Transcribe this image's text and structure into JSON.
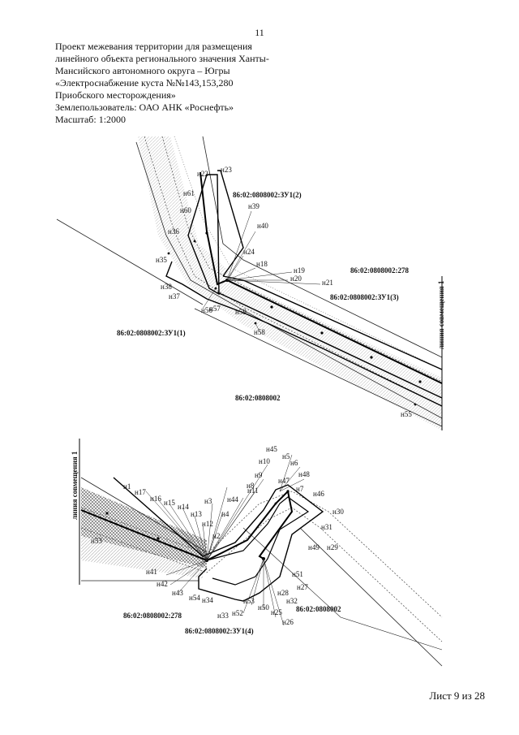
{
  "page_number": "11",
  "header": {
    "line1": "Проект межевания территории для размещения",
    "line2": "линейного объекта регионального значения Ханты-",
    "line3": "Мансийского автономного округа – Югры",
    "line4": "«Электроснабжение куста №№143,153,280",
    "line5": "Приобского месторождения»",
    "line6": "Землепользователь: ОАО АНК «Роснефть»",
    "line7": "Масштаб: 1:2000"
  },
  "map": {
    "combination_line_right": "линия совмещения 1",
    "combination_line_left": "линия совмещения 1",
    "parcels": {
      "zu1_2": "86:02:0808002:ЗУ1(2)",
      "p278_top": "86:02:0808002:278",
      "zu1_3": "86:02:0808002:ЗУ1(3)",
      "zu1_1": "86:02:0808002:ЗУ1(1)",
      "quarter_mid": "86:02:0808002",
      "p278_bottom": "86:02:0808002:278",
      "quarter_bottom": "86:02:0808002",
      "zu1_4": "86:02:0808002:ЗУ1(4)"
    },
    "points_top": [
      "н23",
      "н22",
      "н61",
      "н60",
      "н36",
      "н35",
      "н38",
      "н37",
      "н56",
      "н57",
      "н59",
      "н58",
      "н39",
      "н40",
      "н24",
      "н18",
      "н19",
      "н20",
      "н21",
      "н55"
    ],
    "points_bottom": [
      "н45",
      "н10",
      "н5",
      "н6",
      "н9",
      "н48",
      "н8",
      "н47",
      "н11",
      "н44",
      "н7",
      "н46",
      "н1",
      "н17",
      "н16",
      "н15",
      "н14",
      "н3",
      "н4",
      "н13",
      "н12",
      "н2",
      "н30",
      "н31",
      "н29",
      "н49",
      "н53",
      "н41",
      "н42",
      "н43",
      "н54",
      "н34",
      "н33",
      "н52",
      "н53",
      "н50",
      "н25",
      "н28",
      "н27",
      "н32",
      "н26",
      "н51"
    ]
  },
  "sheet": "Лист 9 из 28"
}
